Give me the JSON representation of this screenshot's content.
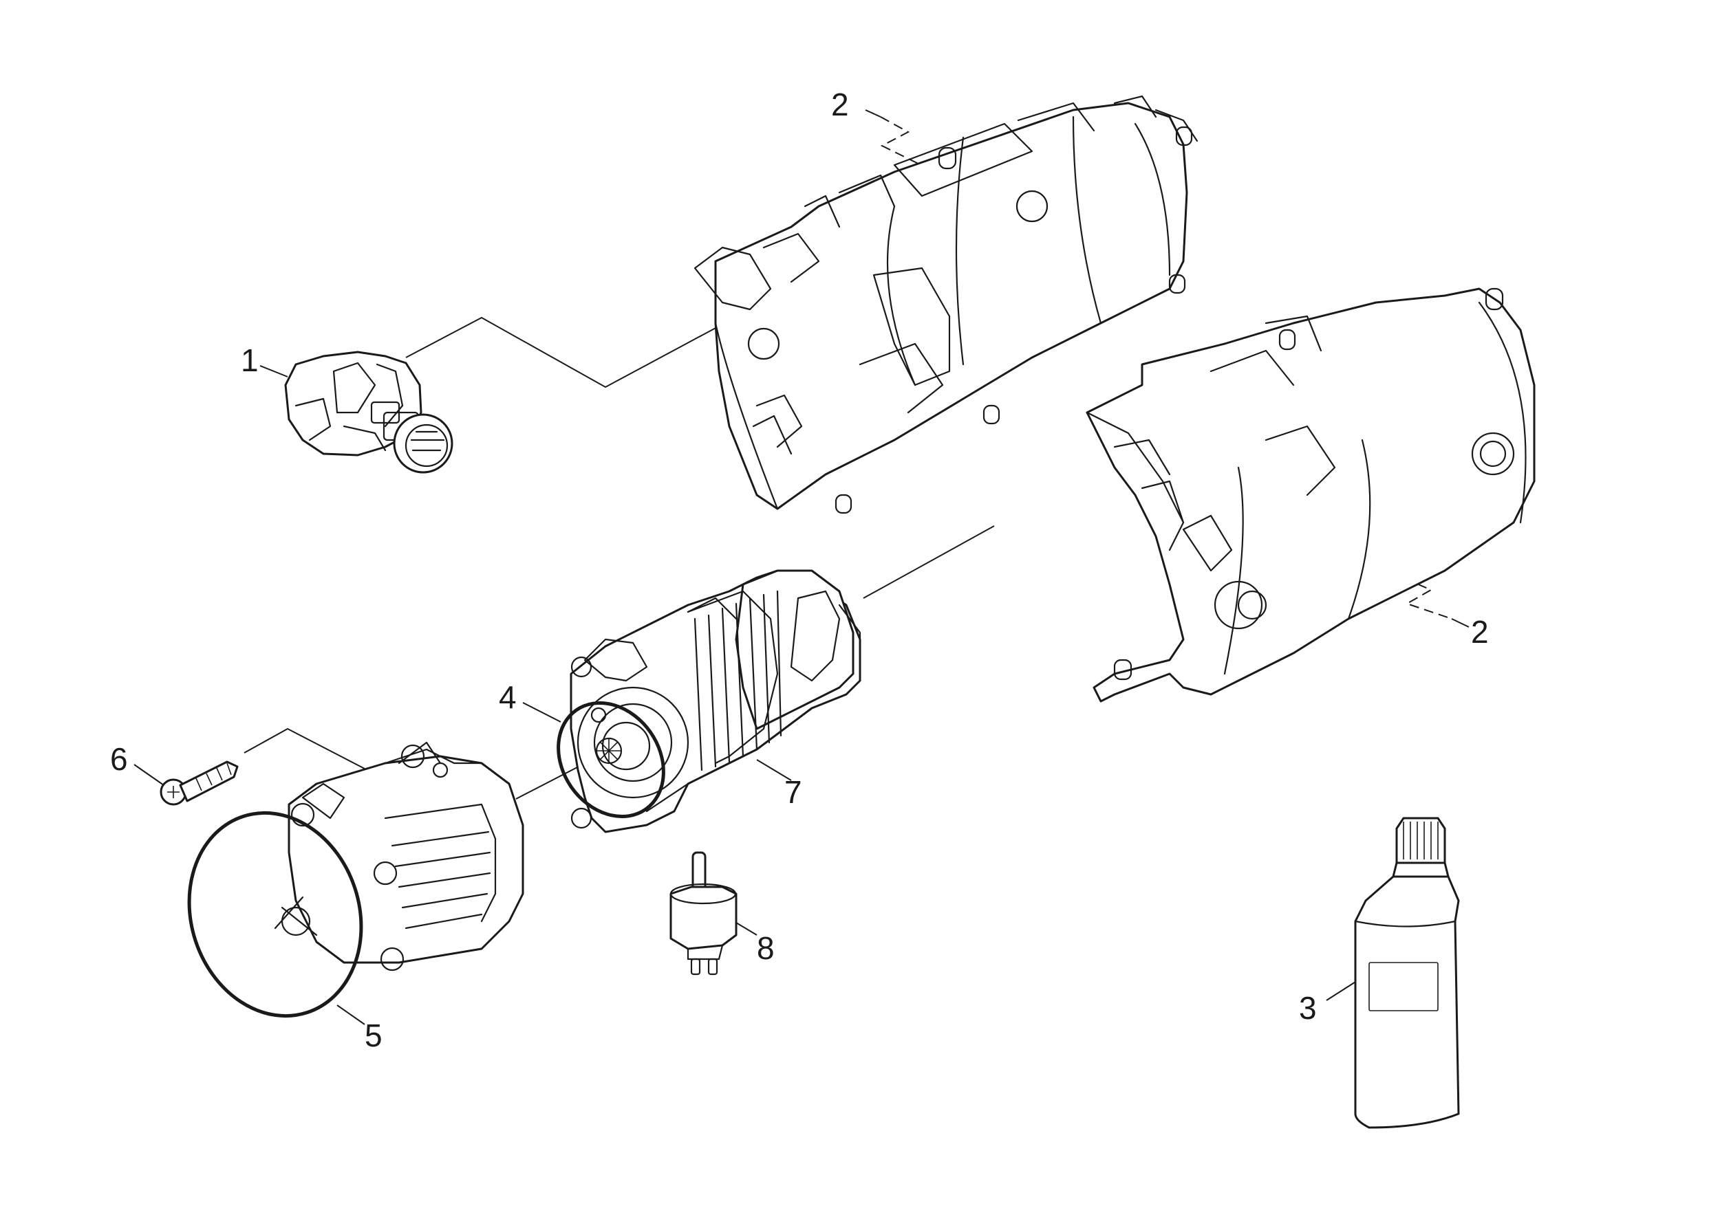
{
  "callouts": {
    "c1": "1",
    "c2a": "2",
    "c2b": "2",
    "c3": "3",
    "c4": "4",
    "c5": "5",
    "c6": "6",
    "c7": "7",
    "c8": "8"
  },
  "colors": {
    "line": "#1a1a1a",
    "background": "#ffffff"
  }
}
